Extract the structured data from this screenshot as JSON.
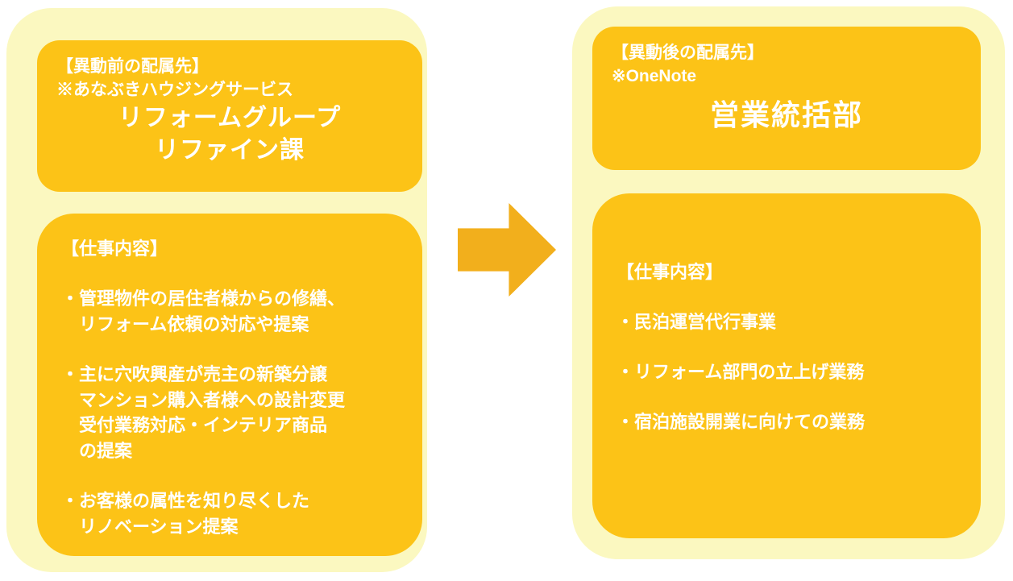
{
  "colors": {
    "panel_bg": "#FBF8C0",
    "box_bg": "#FCC317",
    "arrow": "#F2AF1C",
    "text": "#FFFFFF"
  },
  "left_panel": {
    "header": {
      "label": "【異動前の配属先】",
      "note": "※あなぶきハウジングサービス",
      "title_line1": "リフォームグループ",
      "title_line2": "リファイン課"
    },
    "body": {
      "heading": "【仕事内容】",
      "items": [
        "・管理物件の居住者様からの修繕、\n　リフォーム依頼の対応や提案",
        "・主に穴吹興産が売主の新築分譲\n　マンション購入者様への設計変更\n　受付業務対応・インテリア商品\n　の提案",
        "・お客様の属性を知り尽くした\n　リノベーション提案"
      ]
    }
  },
  "right_panel": {
    "header": {
      "label": "【異動後の配属先】",
      "note": "※OneNote",
      "title": "営業統括部"
    },
    "body": {
      "heading": "【仕事内容】",
      "items": [
        "・民泊運営代行事業",
        "・リフォーム部門の立上げ業務",
        "・宿泊施設開業に向けての業務"
      ]
    }
  }
}
